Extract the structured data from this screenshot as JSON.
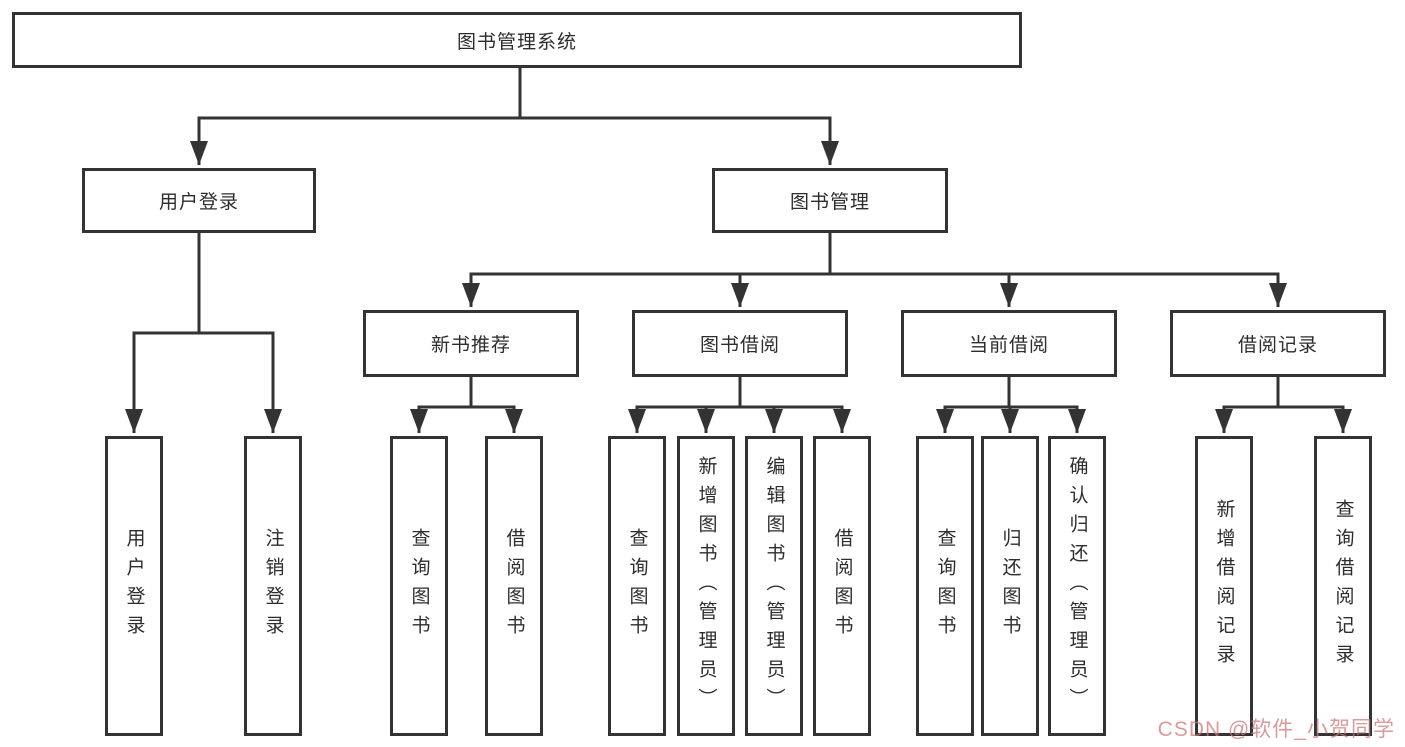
{
  "diagram": {
    "root": {
      "label": "图书管理系统"
    },
    "branches": [
      {
        "label": "用户登录",
        "leaves": [
          {
            "label": "用户登录"
          },
          {
            "label": "注销登录"
          }
        ]
      },
      {
        "label": "图书管理",
        "groups": [
          {
            "label": "新书推荐",
            "leaves": [
              {
                "label": "查询图书"
              },
              {
                "label": "借阅图书"
              }
            ]
          },
          {
            "label": "图书借阅",
            "leaves": [
              {
                "label": "查询图书"
              },
              {
                "label": "新增图书（管理员）"
              },
              {
                "label": "编辑图书（管理员）"
              },
              {
                "label": "借阅图书"
              }
            ]
          },
          {
            "label": "当前借阅",
            "leaves": [
              {
                "label": "查询图书"
              },
              {
                "label": "归还图书"
              },
              {
                "label": "确认归还（管理员）"
              }
            ]
          },
          {
            "label": "借阅记录",
            "leaves": [
              {
                "label": "新增借阅记录"
              },
              {
                "label": "查询借阅记录"
              }
            ]
          }
        ]
      }
    ]
  },
  "watermark": {
    "text": "CSDN @软件_小贺同学",
    "color": "#cd7878"
  },
  "colors": {
    "line": "#333333",
    "box_border": "#333333",
    "box_fill": "#ffffff",
    "text": "#2d2d2d",
    "background": "#ffffff"
  }
}
